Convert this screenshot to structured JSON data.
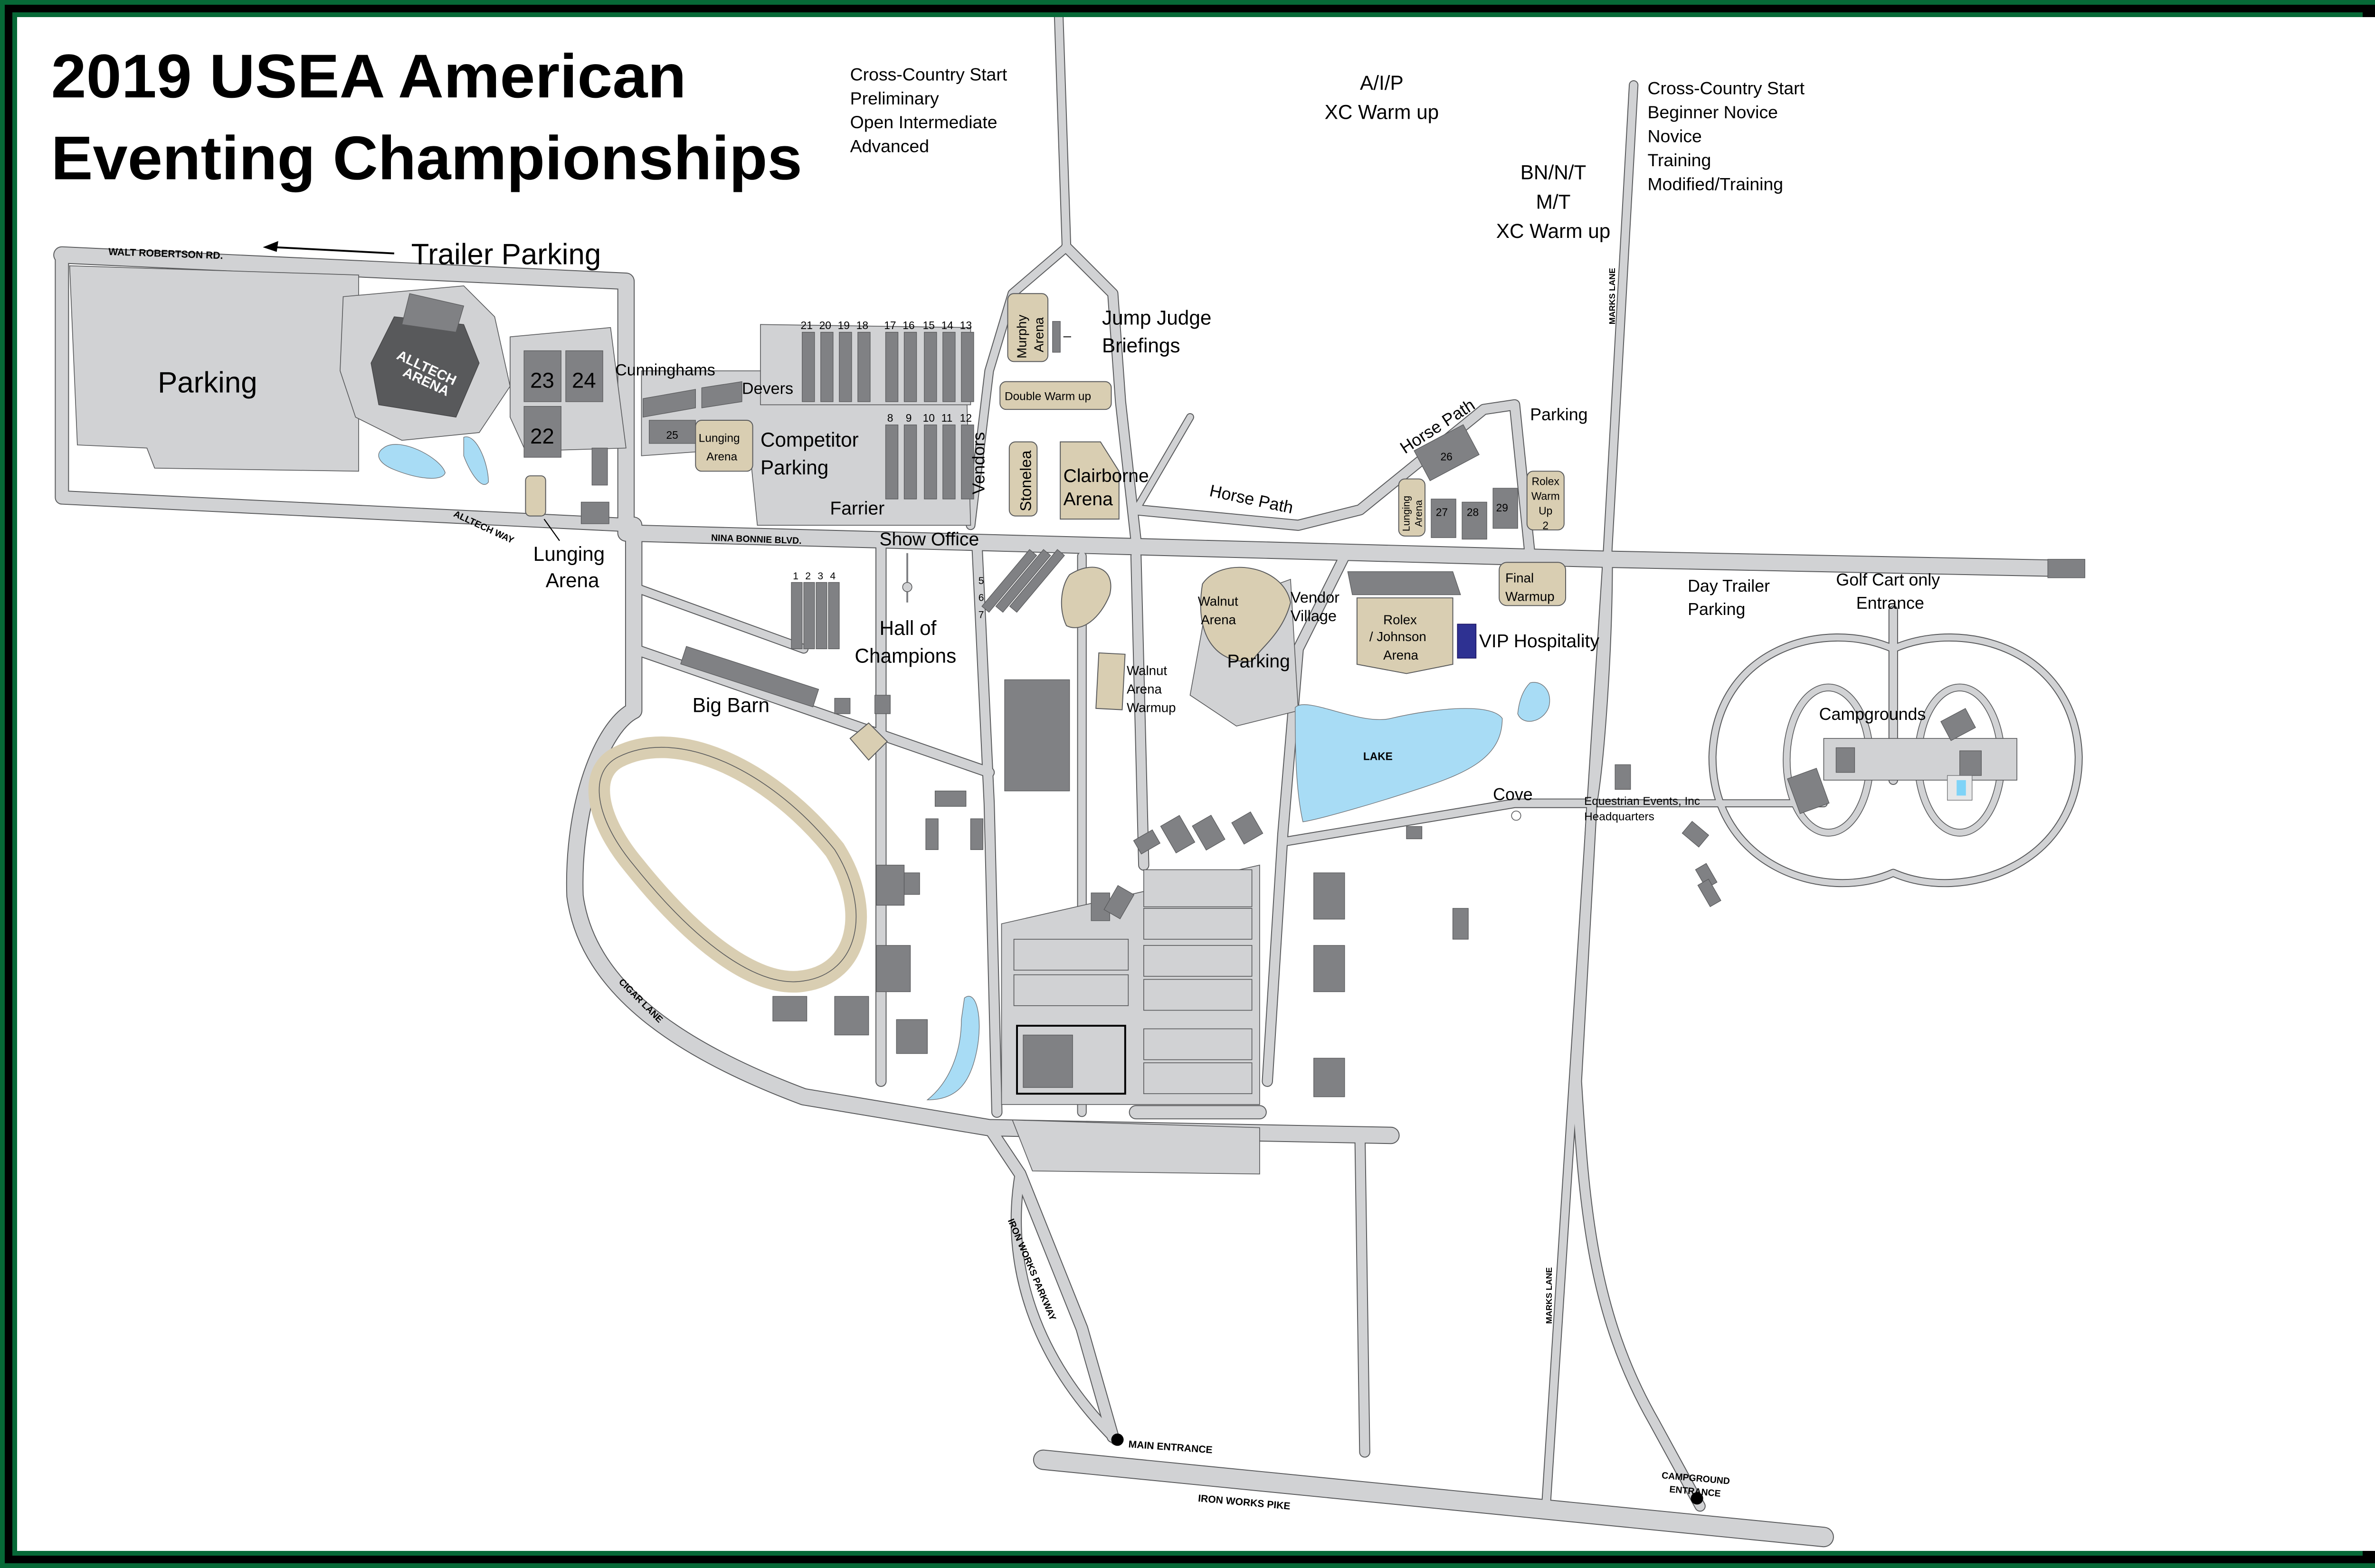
{
  "title": {
    "line1": "2019 USEA American",
    "line2": "Eventing Championships"
  },
  "colors": {
    "border_green": "#076937",
    "border_black": "#000000",
    "road": "#d1d2d4",
    "building": "#808184",
    "building_dark": "#58595b",
    "arena": "#d9ceb2",
    "water": "#a8dcf5",
    "vip": "#2e3192"
  },
  "xc_start_upper": {
    "lines": [
      "Cross-Country Start",
      "Preliminary",
      "Open Intermediate",
      "Advanced"
    ]
  },
  "xc_start_lower": {
    "lines": [
      "Cross-Country Start",
      "Beginner Novice",
      "Novice",
      "Training",
      "Modified/Training"
    ]
  },
  "warmup_aip": {
    "lines": [
      "A/I/P",
      "XC Warm up"
    ]
  },
  "warmup_bn": {
    "lines": [
      "BN/N/T",
      "M/T",
      "XC Warm up"
    ]
  },
  "roads": {
    "walt_robertson": "WALT ROBERTSON RD.",
    "alltech_way": "ALLTECH WAY",
    "nina_bonnie": "NINA BONNIE BLVD.",
    "cigar_lane": "CIGAR LANE",
    "iron_works_parkway": "IRON WORKS PARKWAY",
    "iron_works_pike": "IRON WORKS PIKE",
    "marks_lane_upper": "MARKS LANE",
    "marks_lane_lower": "MARKS LANE"
  },
  "labels": {
    "trailer_parking": "Trailer Parking",
    "parking_main": "Parking",
    "alltech_arena": [
      "ALLTECH",
      "ARENA"
    ],
    "cunninghams": "Cunninghams",
    "devers": "Devers",
    "competitor_parking": [
      "Competitor",
      "Parking"
    ],
    "farrier": "Farrier",
    "show_office": "Show Office",
    "vendors": "Vendors",
    "lunging_arena_west": [
      "Lunging",
      "Arena"
    ],
    "lunging_arena_small": [
      "Lunging",
      "Arena"
    ],
    "lunging_arena_east": [
      "Lunging",
      "Arena"
    ],
    "hall_of_champions": [
      "Hall of",
      "Champions"
    ],
    "big_barn": "Big Barn",
    "murphy_arena": [
      "Murphy",
      "Arena"
    ],
    "jump_judge": [
      "Jump Judge",
      "Briefings"
    ],
    "double_warmup": "Double Warm up",
    "stonelea": "Stonelea",
    "clairborne": [
      "Clairborne",
      "Arena"
    ],
    "horse_path_1": "Horse Path",
    "horse_path_2": "Horse Path",
    "parking_ne": "Parking",
    "rolex_warmup_2": [
      "Rolex",
      "Warm",
      "Up",
      "2"
    ],
    "walnut_arena": [
      "Walnut",
      "Arena"
    ],
    "walnut_warmup": [
      "Walnut",
      "Arena",
      "Warmup"
    ],
    "parking_center": "Parking",
    "vendor_village": [
      "Vendor",
      "Village"
    ],
    "rolex_arena": [
      "Rolex",
      "/ Johnson",
      "Arena"
    ],
    "vip": "VIP Hospitality",
    "final_warmup": [
      "Final",
      "Warmup"
    ],
    "lake": "LAKE",
    "cove": "Cove",
    "equestrian_events": [
      "Equestrian Events, Inc",
      "Headquarters"
    ],
    "day_trailer": [
      "Day Trailer",
      "Parking"
    ],
    "golf_cart": [
      "Golf Cart only",
      "Entrance"
    ],
    "campgrounds": "Campgrounds",
    "main_entrance": "MAIN ENTRANCE",
    "campground_entrance": [
      "CAMPGROUND",
      "ENTRANCE"
    ]
  },
  "barns": {
    "north_row": [
      "21",
      "20",
      "19",
      "18",
      "17",
      "16",
      "15",
      "14",
      "13"
    ],
    "south_row": [
      "8",
      "9",
      "10",
      "11",
      "12"
    ],
    "west_row": [
      "1",
      "2",
      "3",
      "4"
    ],
    "diag_row": [
      "5",
      "6",
      "7"
    ],
    "big": [
      "23",
      "24",
      "22"
    ],
    "b25": "25",
    "b26": "26",
    "east_row": [
      "27",
      "28",
      "29"
    ]
  }
}
